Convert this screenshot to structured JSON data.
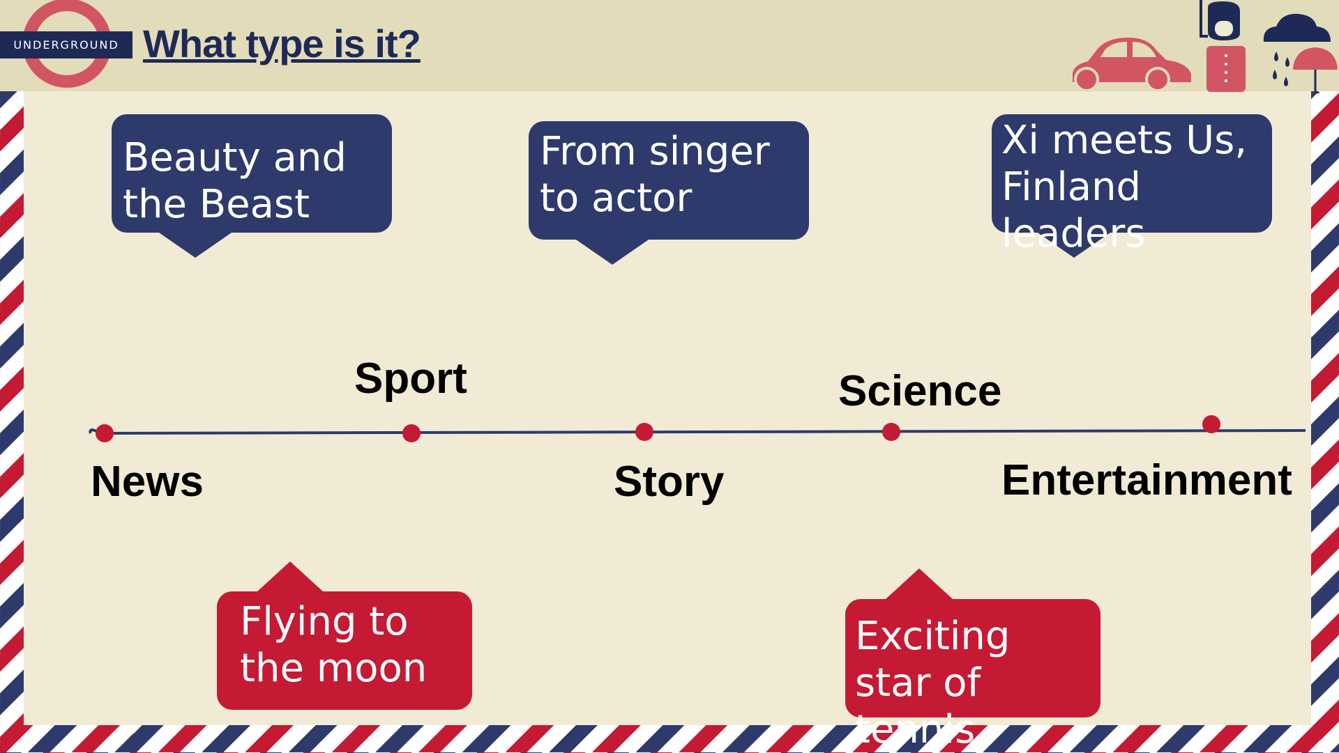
{
  "header": {
    "logo_text": "UNDERGROUND",
    "title": "What type is it?"
  },
  "decor_icons": [
    "car-icon",
    "guard-icon",
    "rain-cloud-icon",
    "umbrella-icon"
  ],
  "colors": {
    "navy": "#2d3a6b",
    "red": "#c41a33",
    "cream": "#f1ebd5",
    "header_bg": "#e2dcbb"
  },
  "timeline": {
    "categories": [
      "News",
      "Sport",
      "Story",
      "Science",
      "Entertainment"
    ]
  },
  "bubbles": {
    "beauty": "Beauty and the Beast",
    "singer": "From singer to actor",
    "xi": "Xi meets Us, Finland leaders",
    "moon": "Flying to the moon",
    "tennis": "Exciting star of tennis"
  }
}
